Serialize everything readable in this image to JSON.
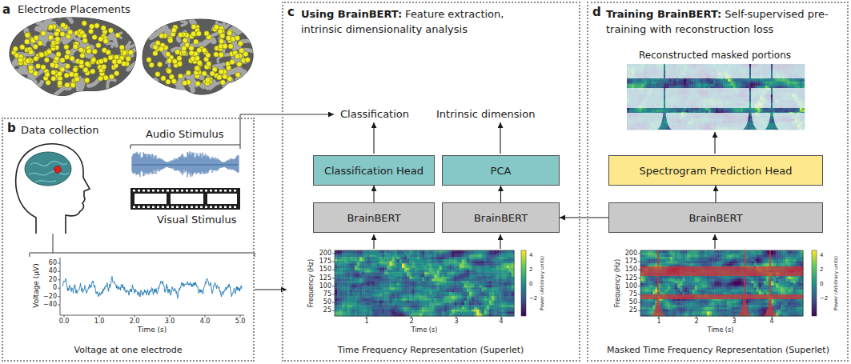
{
  "diagram": {
    "nodes": [
      {
        "text": [
          "b",
          "Data collection"
        ]
      },
      {
        "text": [
          "c",
          "Using BrainBERT:",
          "Feature extraction, intrinsic dimensionality analysis"
        ]
      },
      {
        "text": [
          "Classification Head"
        ],
        "in": 1
      },
      {
        "text": [
          "PCA"
        ],
        "in": 1
      },
      {
        "text": [
          "BrainBERT"
        ],
        "in": 1
      },
      {
        "text": [
          "BrainBERT"
        ],
        "in": 1
      },
      {
        "text": [
          "d",
          "Training BrainBERT:",
          "Self-supervised pre-training with reconstruction loss"
        ]
      },
      {
        "text": [
          "Spectrogram Prediction Head"
        ],
        "in": 6
      },
      {
        "text": [
          "BrainBERT"
        ],
        "in": 6
      }
    ],
    "edges": [
      {
        "from": 4,
        "to": 2,
        "arrow": "to"
      },
      {
        "from": 5,
        "to": 3,
        "arrow": "to"
      },
      {
        "from": 8,
        "to": 7,
        "arrow": "to"
      },
      {
        "from": 8,
        "to": 5,
        "arrow": "to"
      }
    ],
    "labels": [
      "a",
      "Electrode Placements",
      "Audio Stimulus",
      "Visual Stimulus",
      "60",
      "40",
      "20",
      "0",
      "−20",
      "−40",
      "Voltage (μV)",
      "0.0",
      "1.0",
      "2.0",
      "3.0",
      "4.0",
      "5.0",
      "Time (s)",
      "Voltage at one electrode",
      "Classification",
      "Intrinsic dimension",
      "200",
      "175",
      "150",
      "125",
      "100",
      "75",
      "50",
      "25",
      "Frequency (Hz)",
      "1",
      "2",
      "3",
      "4",
      "Time (s)",
      "4",
      "2",
      "0",
      "−2",
      "Power (Arbitrary units)",
      "Time Frequency Representation (Superlet)",
      "Reconstructed masked portions",
      "200",
      "175",
      "150",
      "125",
      "100",
      "75",
      "50",
      "25",
      "Frequency (Hz)",
      "1",
      "2",
      "3",
      "4",
      "Time (s)",
      "4",
      "2",
      "0",
      "−2",
      "Power (Arbitrary units)",
      "Masked Time Frequency Representation (Superlet)"
    ]
  }
}
